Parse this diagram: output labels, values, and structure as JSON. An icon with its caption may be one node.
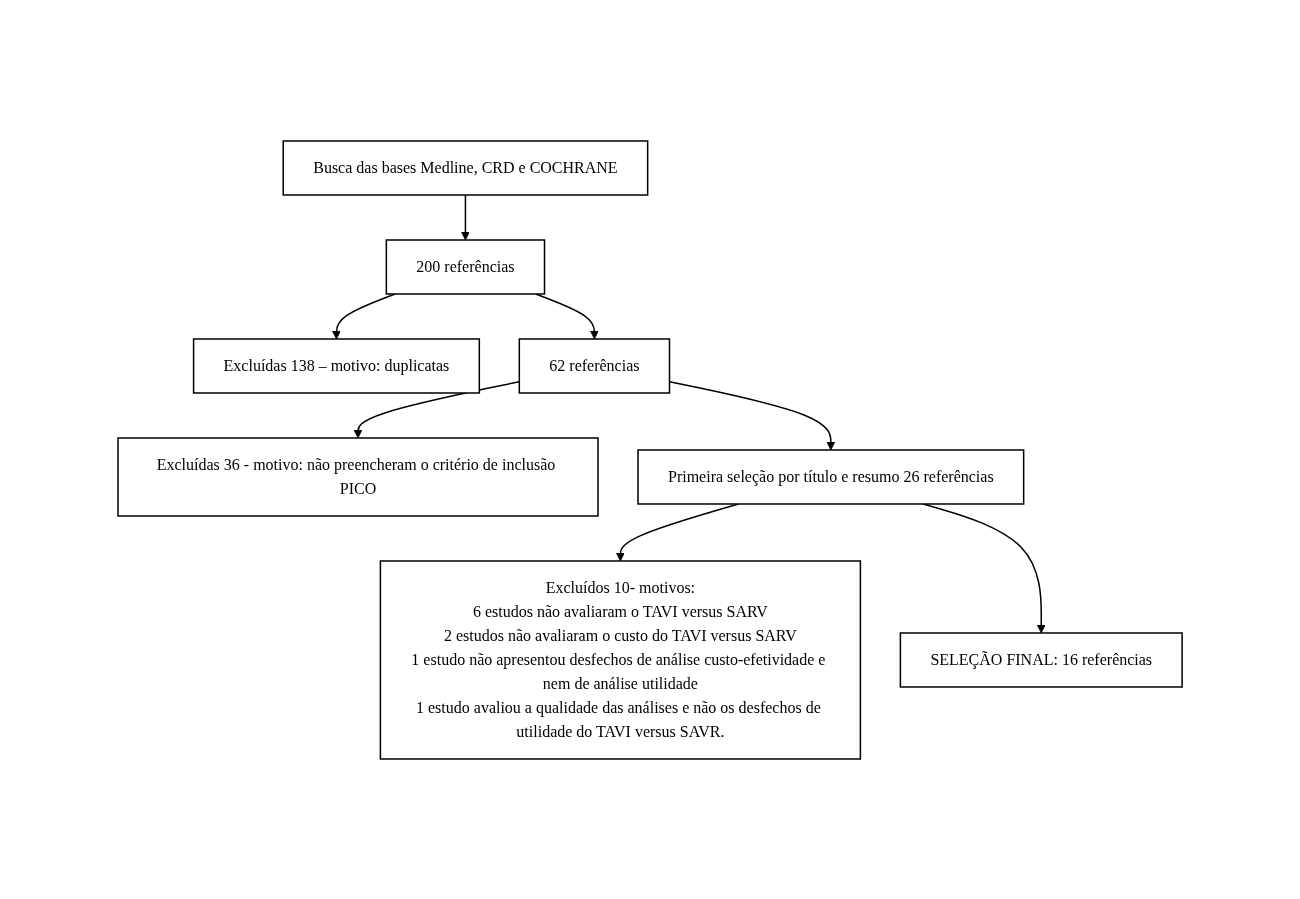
{
  "diagram": {
    "nodes": [
      {
        "text": [
          "Busca das bases Medline, CRD e COCHRANE"
        ]
      },
      {
        "text": [
          "200 referências"
        ]
      },
      {
        "text": [
          "Excluídas 138 – motivo: duplicatas"
        ]
      },
      {
        "text": [
          "62 referências"
        ]
      },
      {
        "text": [
          "Excluídas 36 - motivo: não preencheram o critério de inclusão PICO"
        ]
      },
      {
        "text": [
          "Primeira seleção por título e resumo 26 referências"
        ]
      },
      {
        "text": [
          "Excluídos 10- motivos:",
          "6 estudos não avaliaram o TAVI versus SARV",
          "2 estudos não avaliaram o custo do TAVI versus SARV",
          "1 estudo não apresentou desfechos de análise custo-efetividade e nem de análise utilidade",
          "1 estudo avaliou a qualidade das análises e não os desfechos de utilidade do TAVI versus SAVR."
        ]
      },
      {
        "text": [
          "SELEÇÃO FINAL: 16 referências"
        ]
      }
    ],
    "edges": [
      {
        "from": 0,
        "to": 1,
        "arrow": "to"
      },
      {
        "from": 1,
        "to": 2,
        "arrow": "to"
      },
      {
        "from": 1,
        "to": 3,
        "arrow": "to"
      },
      {
        "from": 3,
        "to": 4,
        "arrow": "to"
      },
      {
        "from": 3,
        "to": 5,
        "arrow": "to"
      },
      {
        "from": 5,
        "to": 6,
        "arrow": "to"
      },
      {
        "from": 5,
        "to": 7,
        "arrow": "to"
      }
    ]
  }
}
